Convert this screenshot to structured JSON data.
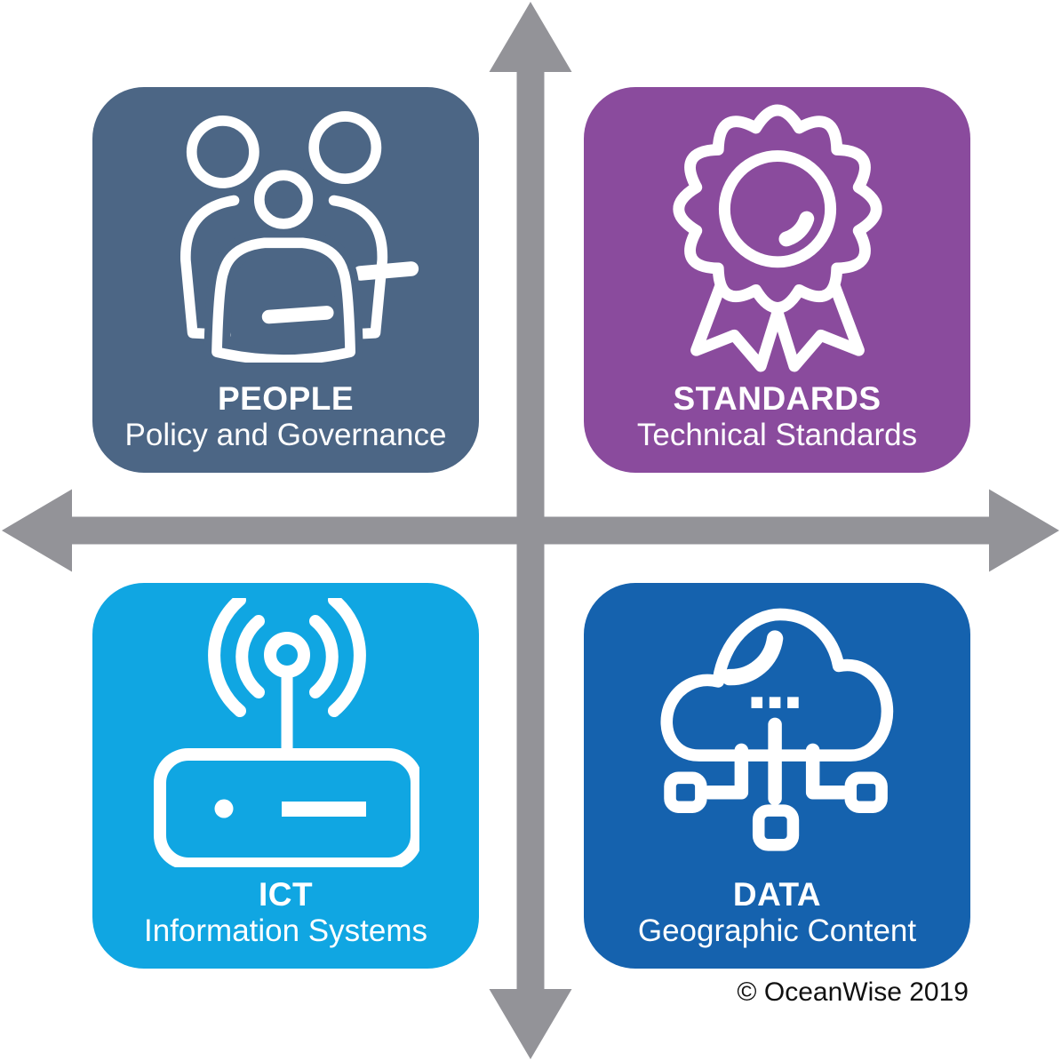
{
  "diagram": {
    "title_hint": "SDI four-component quadrant diagram",
    "background": "#ffffff",
    "axes": {
      "description": "four-headed cross arrows (horizontal and vertical axes)",
      "color": "#939398"
    },
    "quadrants": [
      {
        "id": "people",
        "title": "PEOPLE",
        "subtitle": "Policy and Governance",
        "color": "#4c6685",
        "icon": "people-group-icon",
        "position": "top-left"
      },
      {
        "id": "standards",
        "title": "STANDARDS",
        "subtitle": "Technical Standards",
        "color": "#8a4b9d",
        "icon": "award-rosette-icon",
        "position": "top-right"
      },
      {
        "id": "ict",
        "title": "ICT",
        "subtitle": "Information Systems",
        "color": "#10a6e2",
        "icon": "wireless-router-icon",
        "position": "bottom-left"
      },
      {
        "id": "data",
        "title": "DATA",
        "subtitle": "Geographic Content",
        "color": "#1562ae",
        "icon": "cloud-network-icon",
        "position": "bottom-right"
      }
    ],
    "copyright": "© OceanWise 2019"
  }
}
